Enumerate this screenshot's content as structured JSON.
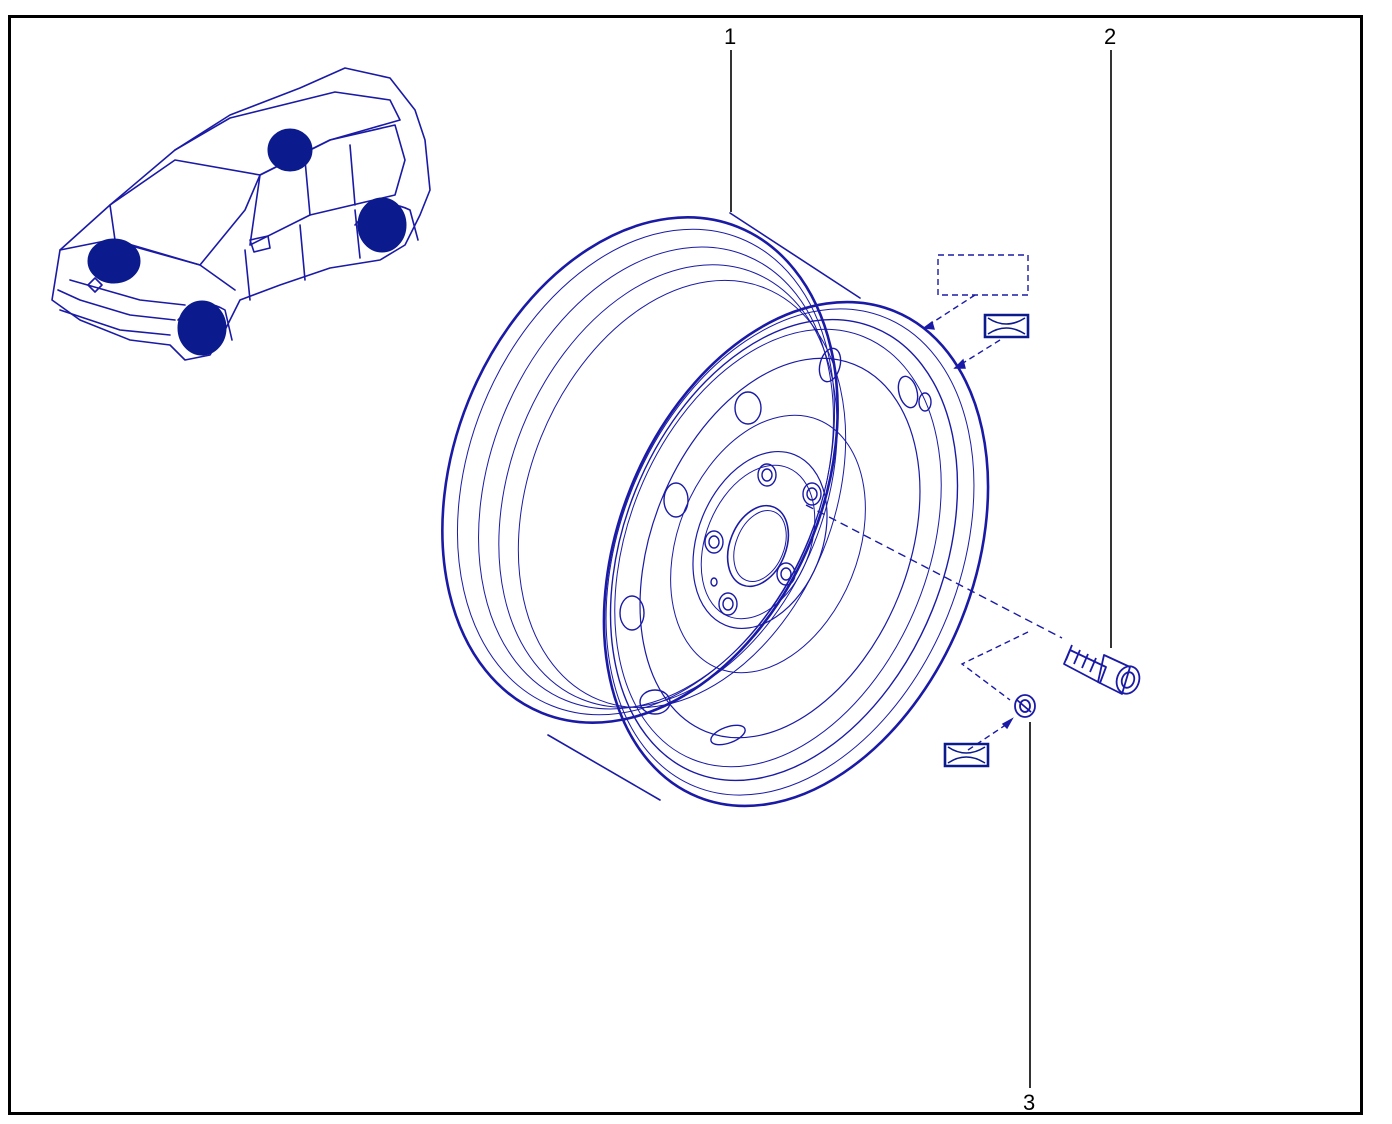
{
  "callouts": [
    {
      "id": "1",
      "label": "1"
    },
    {
      "id": "2",
      "label": "2"
    },
    {
      "id": "3",
      "label": "3"
    }
  ],
  "colors": {
    "line": "#1a1aa6",
    "fill": "#0b1a8c",
    "frame": "#000000",
    "leader": "#000000"
  }
}
